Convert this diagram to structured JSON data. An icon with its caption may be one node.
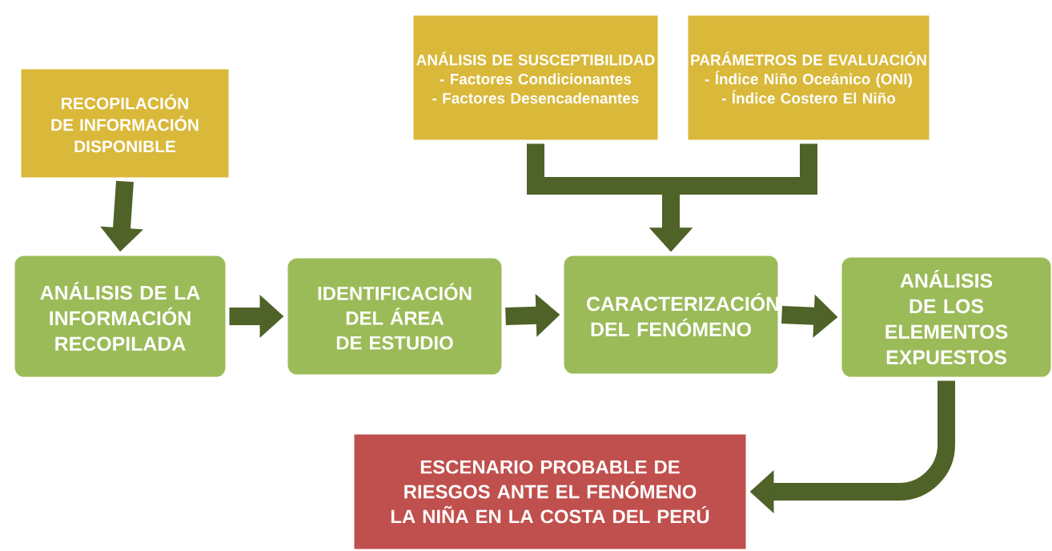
{
  "diagram": {
    "nodes": [
      {
        "text": [
          "RECOPILACIÓN DE INFORMACIÓN DISPONIBLE"
        ]
      },
      {
        "text": [
          "ANÁLISIS DE SUSCEPTIBILIDAD",
          "- Factores Condicionantes",
          "- Factores Desencadenantes"
        ]
      },
      {
        "text": [
          "PARÁMETROS DE EVALUACIÓN",
          "- Índice Niño Oceánico (ONI)",
          "- Índice Costero El Niño"
        ]
      },
      {
        "text": [
          "ANÁLISIS DE LA INFORMACIÓN RECOPILADA"
        ]
      },
      {
        "text": [
          "IDENTIFICACIÓN DEL ÁREA DE ESTUDIO"
        ]
      },
      {
        "text": [
          "CARACTERIZACIÓN DEL FENÓMENO"
        ]
      },
      {
        "text": [
          "ANÁLISIS DE LOS ELEMENTOS EXPUESTOS"
        ]
      },
      {
        "text": [
          "ESCENARIO PROBABLE DE RIESGOS ANTE EL FENÓMENO LA NIÑA EN LA COSTA DEL PERÚ"
        ]
      }
    ],
    "edges": [
      {
        "from": 0,
        "to": 3,
        "arrow": "to"
      },
      {
        "from": 1,
        "to": 5,
        "arrow": "to"
      },
      {
        "from": 2,
        "to": 5,
        "arrow": "to"
      },
      {
        "from": 3,
        "to": 4,
        "arrow": "to"
      },
      {
        "from": 4,
        "to": 5,
        "arrow": "to"
      },
      {
        "from": 5,
        "to": 6,
        "arrow": "to"
      },
      {
        "from": 6,
        "to": 7,
        "arrow": "to"
      }
    ]
  }
}
